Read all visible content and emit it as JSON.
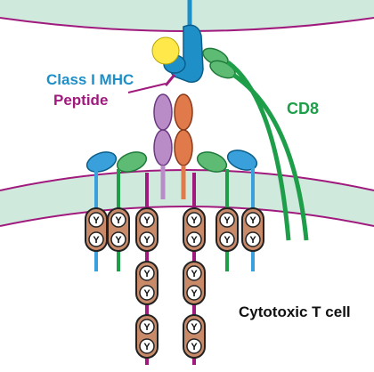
{
  "labels": {
    "mhc": "Class I MHC",
    "peptide": "Peptide",
    "cd8": "CD8",
    "cell": "Cytotoxic T cell"
  },
  "colors": {
    "membrane": "#cfe9dc",
    "membrane_edge": "#a01a7d",
    "mhc": "#1f8fc8",
    "peptide": "#ffe84a",
    "magenta": "#a01a7d",
    "green": "#1f9e4a",
    "green_light": "#5dbb74",
    "purple": "#b98cc8",
    "orange": "#e07a4a",
    "itam_fill": "#c98a6a",
    "blue_ligand": "#3aa0dc"
  },
  "itam_glyph": "Y"
}
